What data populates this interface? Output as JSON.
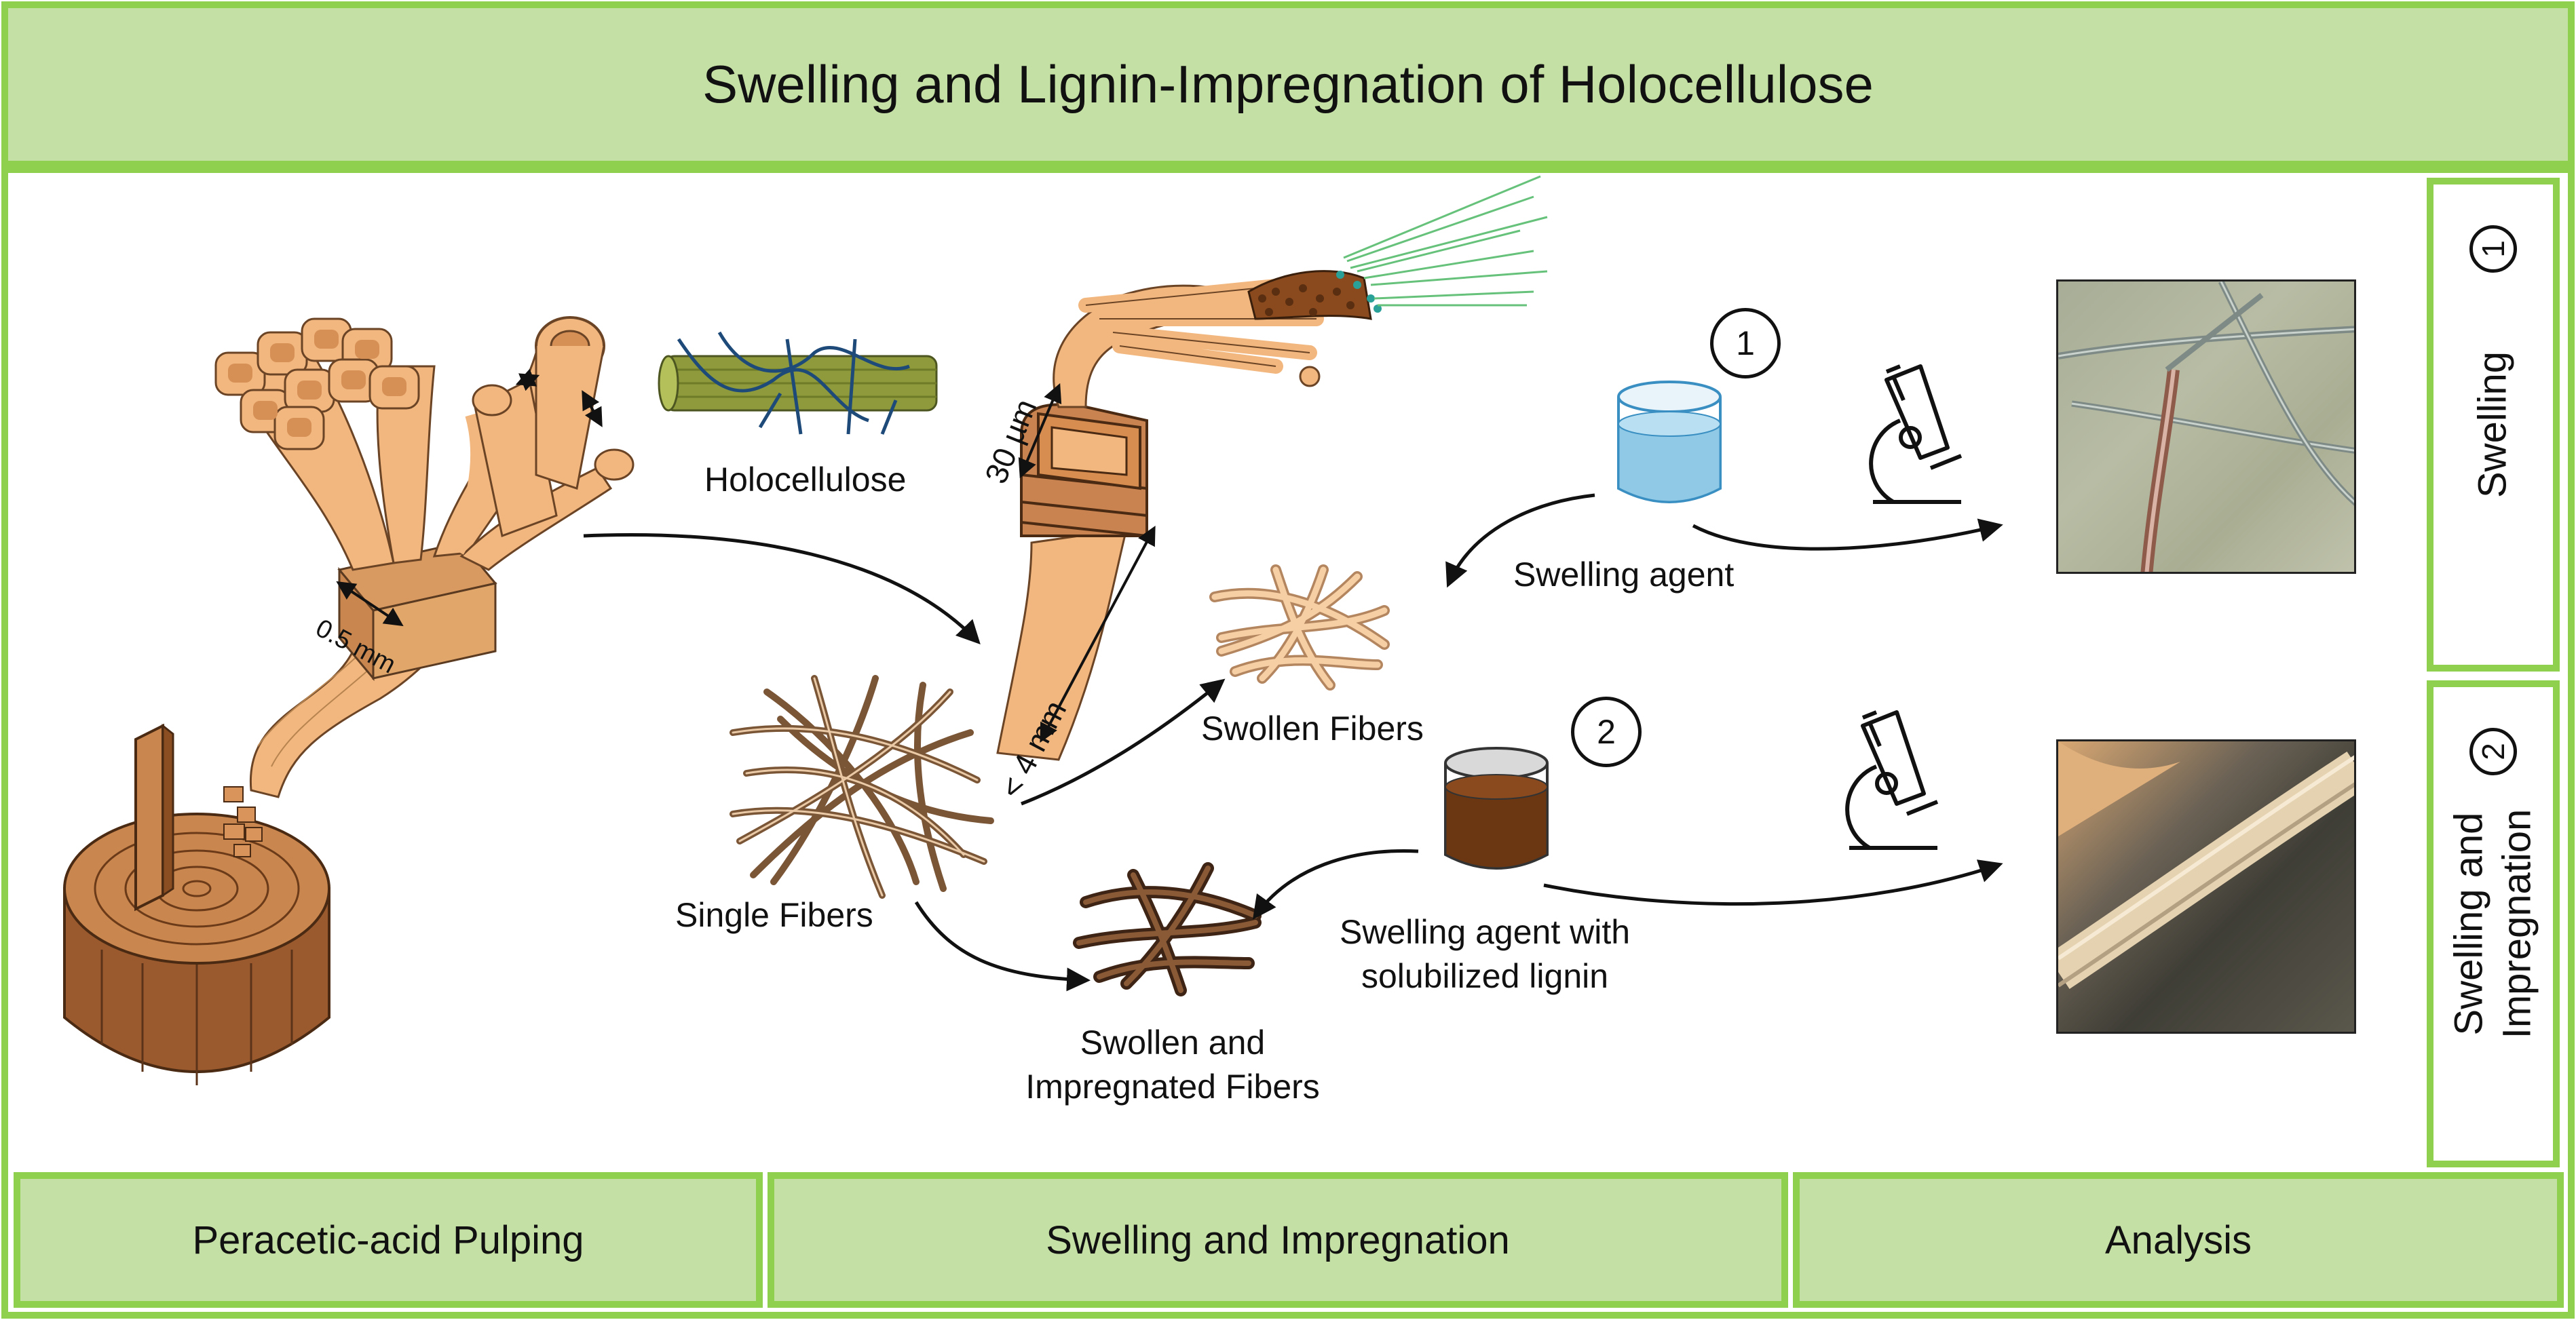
{
  "title": "Swelling and Lignin-Impregnation of Holocellulose",
  "footer": {
    "pulping": "Peracetic-acid Pulping",
    "swelling_impregnation": "Swelling and Impregnation",
    "analysis": "Analysis"
  },
  "side_panels": {
    "panel1": {
      "number": "1",
      "label": "Swelling"
    },
    "panel2": {
      "number": "2",
      "label_line1": "Swelling and",
      "label_line2": "Impregnation"
    }
  },
  "labels": {
    "holocellulose": "Holocellulose",
    "single_fibers": "Single Fibers",
    "swollen_fibers": "Swollen Fibers",
    "swollen_impregnated_line1": "Swollen and",
    "swollen_impregnated_line2": "Impregnated Fibers",
    "swelling_agent": "Swelling agent",
    "swelling_agent_lignin_line1": "Swelling agent with",
    "swelling_agent_lignin_line2": "solubilized lignin",
    "dim_0_5mm": "0.5 mm",
    "dim_30um": "30 µm",
    "dim_4mm": "< 4 mm"
  },
  "markers": {
    "step1": "1",
    "step2": "2"
  },
  "colors": {
    "border_green": "#8fd14f",
    "panel_fill": "#c5e0a5",
    "fiber_tan": "#f2b77e",
    "wood_brown": "#9a5a2e",
    "lignin_brown": "#6b3712",
    "water_blue": "#8fc9e6"
  },
  "icons": [
    "wood-stump-icon",
    "wood-cells-icon",
    "microfibril-bundle-icon",
    "fiber-icon",
    "beaker-water-icon",
    "beaker-lignin-icon",
    "microscope-icon"
  ]
}
